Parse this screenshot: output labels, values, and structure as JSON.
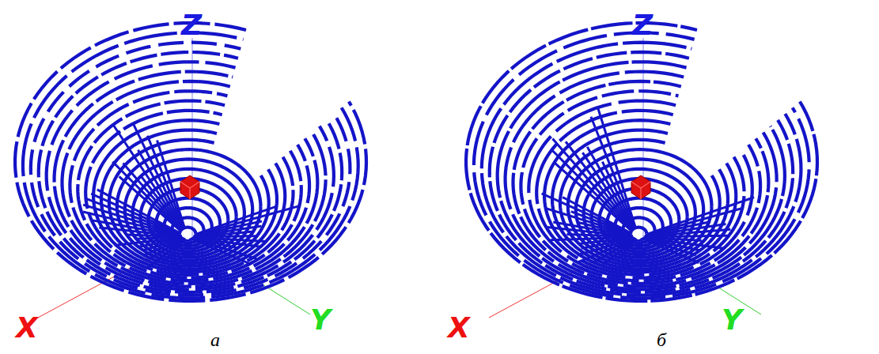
{
  "diagram": {
    "labels": [
      "Z",
      "X",
      "Y",
      "а",
      "Z",
      "X",
      "Y",
      "б"
    ]
  }
}
